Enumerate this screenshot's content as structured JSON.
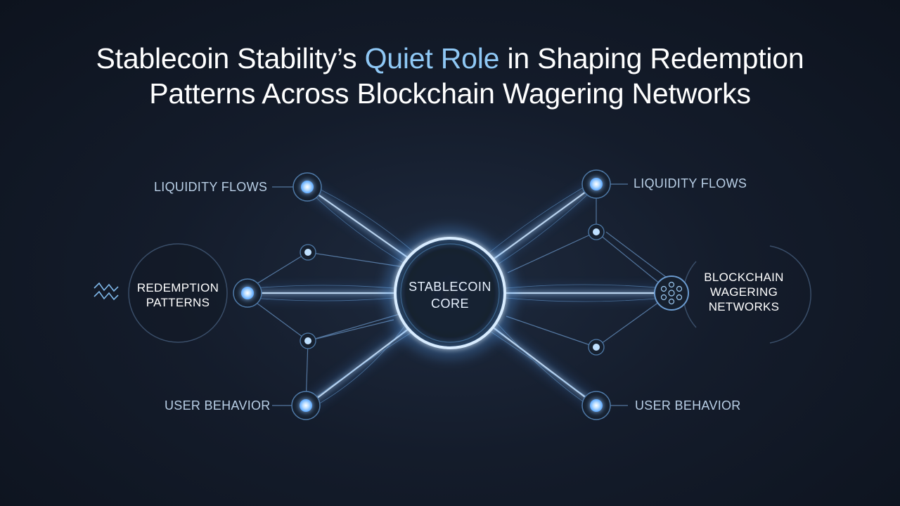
{
  "title": {
    "part1": "Stablecoin Stability’s ",
    "highlight": "Quiet Role",
    "part2": " in Shaping Redemption",
    "line2": "Patterns Across Blockchain Wagering Networks"
  },
  "core": {
    "line1": "STABLECOIN",
    "line2": "CORE"
  },
  "left_circle": {
    "line1": "REDEMPTION",
    "line2": "PATTERNS"
  },
  "right_circle": {
    "line1": "BLOCKCHAIN",
    "line2": "WAGERING",
    "line3": "NETWORKS"
  },
  "labels": {
    "top_left": "LIQUIDITY FLOWS",
    "top_right": "LIQUIDITY FLOWS",
    "bottom_left": "USER BEHAVIOR",
    "bottom_right": "USER BEHAVIOR"
  },
  "icons": {
    "left": "wave-chart-icon",
    "right": "network-nodes-icon"
  },
  "colors": {
    "accent": "#8fc8f5",
    "glow": "#5aa8ff",
    "background": "#141c2b"
  }
}
